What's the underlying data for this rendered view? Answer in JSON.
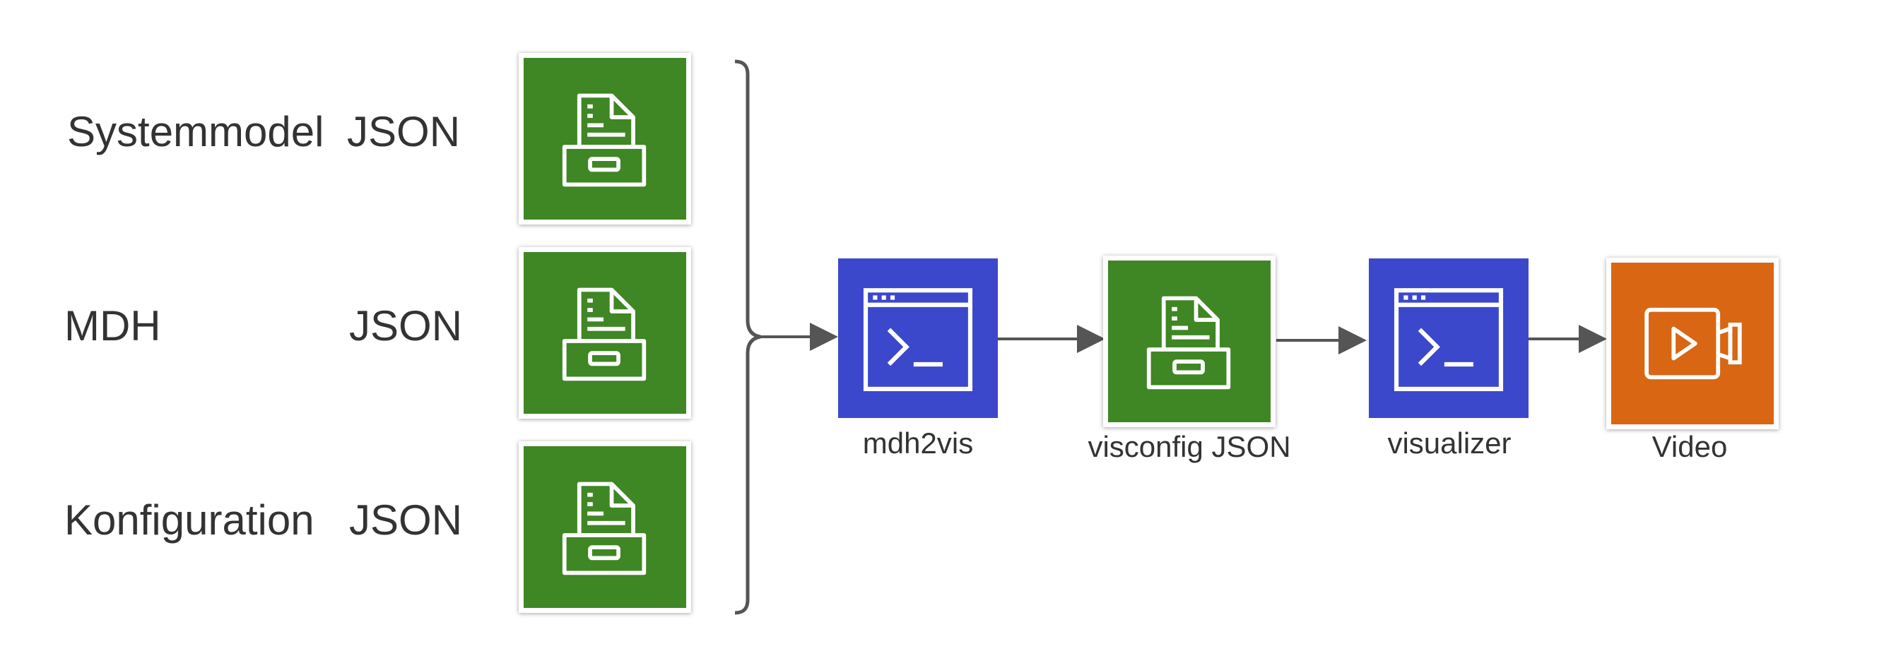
{
  "inputs": [
    {
      "name": "Systemmodel",
      "format": "JSON"
    },
    {
      "name": "MDH",
      "format": "JSON"
    },
    {
      "name": "Konfiguration",
      "format": "JSON"
    }
  ],
  "pipeline": [
    {
      "caption": "mdh2vis",
      "icon": "terminal-icon",
      "color": "#3b48cc"
    },
    {
      "caption": "visconfig JSON",
      "icon": "file-archive-icon",
      "color": "#3f8624"
    },
    {
      "caption": "visualizer",
      "icon": "terminal-icon",
      "color": "#3b48cc"
    },
    {
      "caption": "Video",
      "icon": "video-camera-icon",
      "color": "#d86613"
    }
  ],
  "colors": {
    "file_tile": "#3f8624",
    "tool_tile": "#3b48cc",
    "media_tile": "#d86613",
    "connector": "#555555",
    "text": "#333333"
  }
}
